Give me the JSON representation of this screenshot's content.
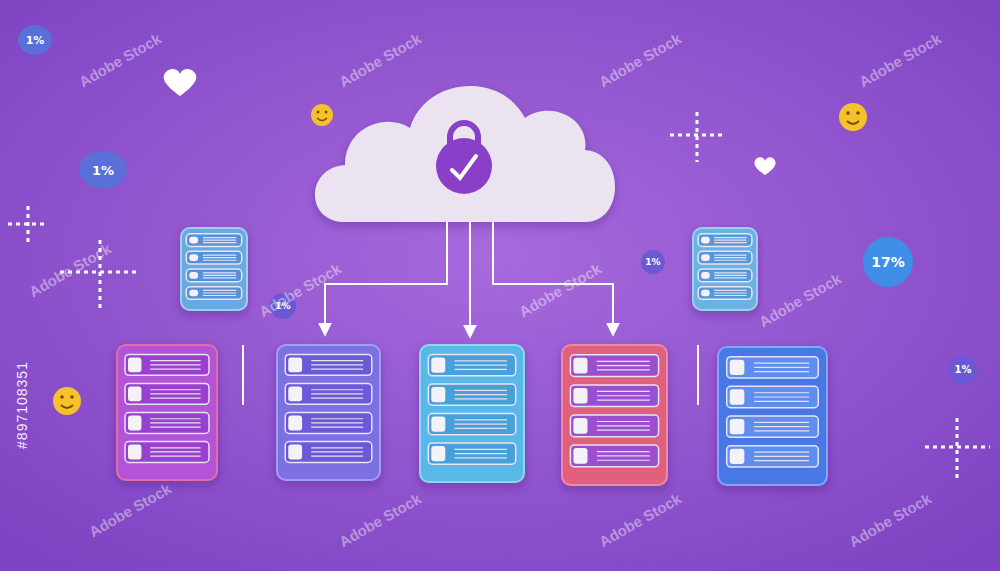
{
  "diagram": {
    "labels": [
      "Adobe Stock",
      "Adobe Stock",
      "Adobe Stock",
      "Adobe Stock",
      "Adobe Stock",
      "Adobe Stock",
      "Adobe Stock",
      "Adobe Stock",
      "Adobe Stock",
      "Adobe Stock",
      "Adobe Stock",
      "Adobe Stock",
      "1%",
      "1%",
      "17%",
      "1%",
      "1%",
      "1%",
      "#897108351"
    ]
  }
}
